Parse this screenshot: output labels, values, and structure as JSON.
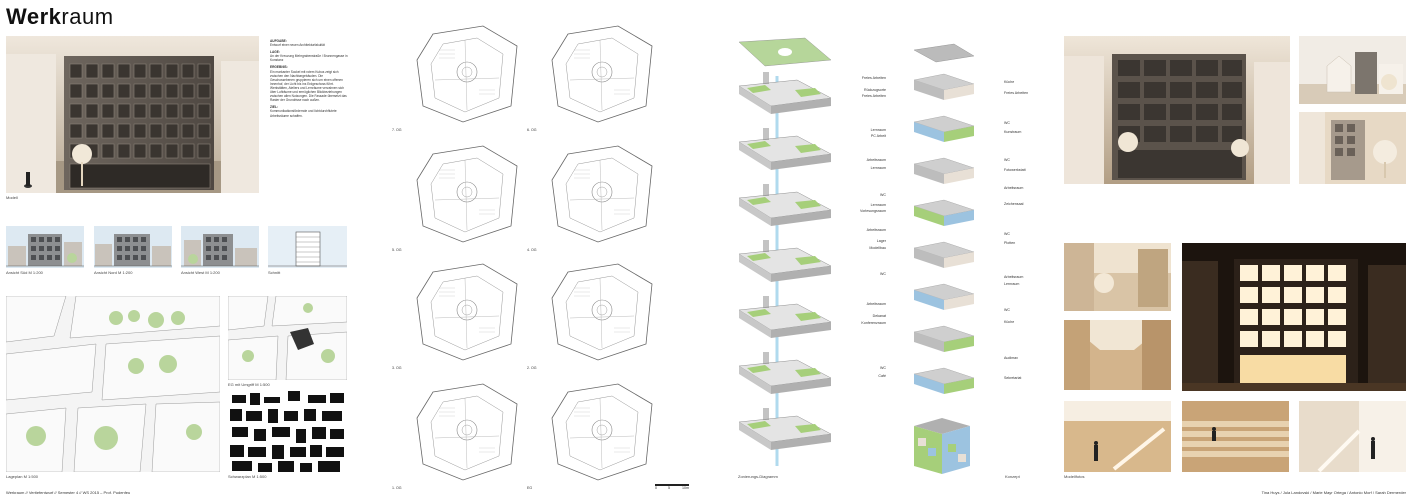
{
  "title": {
    "bold": "Werk",
    "light": "raum"
  },
  "captions": {
    "model": "Modell",
    "view_south": "Ansicht Süd M 1:200",
    "view_north": "Ansicht Nord M 1:200",
    "view_west": "Ansicht West M 1:200",
    "section": "Schnitt",
    "site_plan": "Lageplan M 1:500",
    "ground_floor": "EG mit Umgriff M 1:500",
    "black_plan": "Schwarzplan M 1:500",
    "exploded": "Zonierungs-Diagramm",
    "concept": "Konzept",
    "models": "Modellfotos"
  },
  "text": {
    "h1": "AUFGABE:",
    "p1": "Entwurf einer neuen Architekturfakultät",
    "h2": "LAGE:",
    "p2": "An der Kreuzung Mehrgrabenstraße / Brunnengasse in Konstanz",
    "h3": "ERGEBNIS:",
    "p3": "Ein markanter Sockel mit rotem Kubus zeigt sich zwischen den Nachbargebäuden. Die Geschossebenen gruppieren sich um einen offenen Innenhof, der Licht bis ins Erdgeschoss führt. Werkstätten, Ateliers und Lernräume verzahnen sich über Lufträume und ermöglichen Blickbeziehungen zwischen allen Nutzungen. Die Fassade übersetzt das Raster der Grundrisse nach außen.",
    "h4": "ZIEL:",
    "p4": "Kommunikationsfördernde und lichtdurchflutete Arbeitsräume schaffen."
  },
  "floor_labels": [
    "7. OG",
    "6. OG",
    "5. OG",
    "4. OG",
    "3. OG",
    "2. OG",
    "1. OG",
    "EG"
  ],
  "scale_labels": [
    "0",
    "5",
    "10m"
  ],
  "concept_left": [
    "Freies Arbeiten",
    "Rückzugsorte",
    "Freies Arbeiten",
    "Lernraum",
    "PC Arbeit",
    "Arbeitsraum",
    "Lernraum",
    "WC",
    "Lernraum",
    "Vorlesungsraum",
    "Arbeitsraum",
    "Lager",
    "Modellbau",
    "WC",
    "Arbeitsraum",
    "Dekanat",
    "Konferenzraum",
    "WC",
    "Café"
  ],
  "concept_right": [
    "Küche",
    "Freies Arbeiten",
    "WC",
    "Kunstraum",
    "WC",
    "Fotowerkstatt",
    "Arbeitsraum",
    "Zeichensaal",
    "WC",
    "Plotten",
    "Arbeitsraum",
    "Lernraum",
    "WC",
    "Küche",
    "Audimax",
    "Sekretariat"
  ],
  "footer_left": "Werkraum // Vertiefentwurf // Semester 4 // WS 2015 – Prof. Pudenfeu",
  "footer_right": "Tina Huys / Jula Landovski / Marie Mayr Ortega / Antonio Morf / Sarah Dermerder",
  "colors": {
    "beige": "#e8e0d6",
    "green": "#a6cf7a",
    "blue": "#9cc3e0",
    "grey": "#9b9b9b"
  }
}
